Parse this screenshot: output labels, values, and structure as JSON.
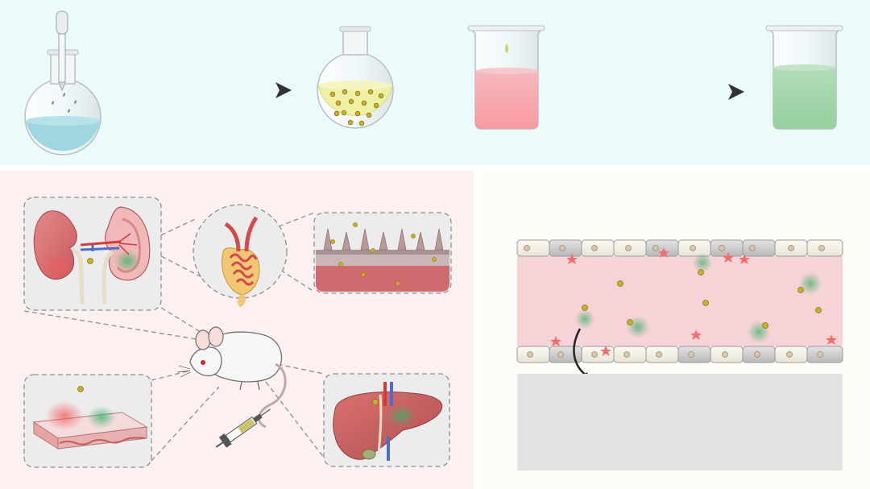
{
  "figure": {
    "top_panel": {
      "background": "#ebfbfb",
      "steps": [
        "flask-with-pipette",
        "flask-with-nanoparticles",
        "beaker-red-solution",
        "beaker-green-solution"
      ],
      "arrow_color": "#333333",
      "solution_colors": {
        "cyan": "#9ed7df",
        "yellow": "#eef0a6",
        "red": "#f2a3a8",
        "green": "#9fd4a8"
      }
    },
    "left_panel": {
      "background": "#fdf0f0",
      "organs": [
        "kidney",
        "glomerulus",
        "tubule-cross-section",
        "mouse",
        "skin-tissue",
        "liver",
        "syringe"
      ],
      "particle_color": "#c9b02b",
      "red_glow": "#f25a5a",
      "green_glow": "#3fb06a"
    },
    "right_panel": {
      "background": "#fdfcf6",
      "scene": "blood-vessel-extravasation",
      "vessel_lumen_color": "#f5d3d6",
      "tissue_color": "#e2e2e2",
      "star_color": "#f46c6c"
    }
  }
}
